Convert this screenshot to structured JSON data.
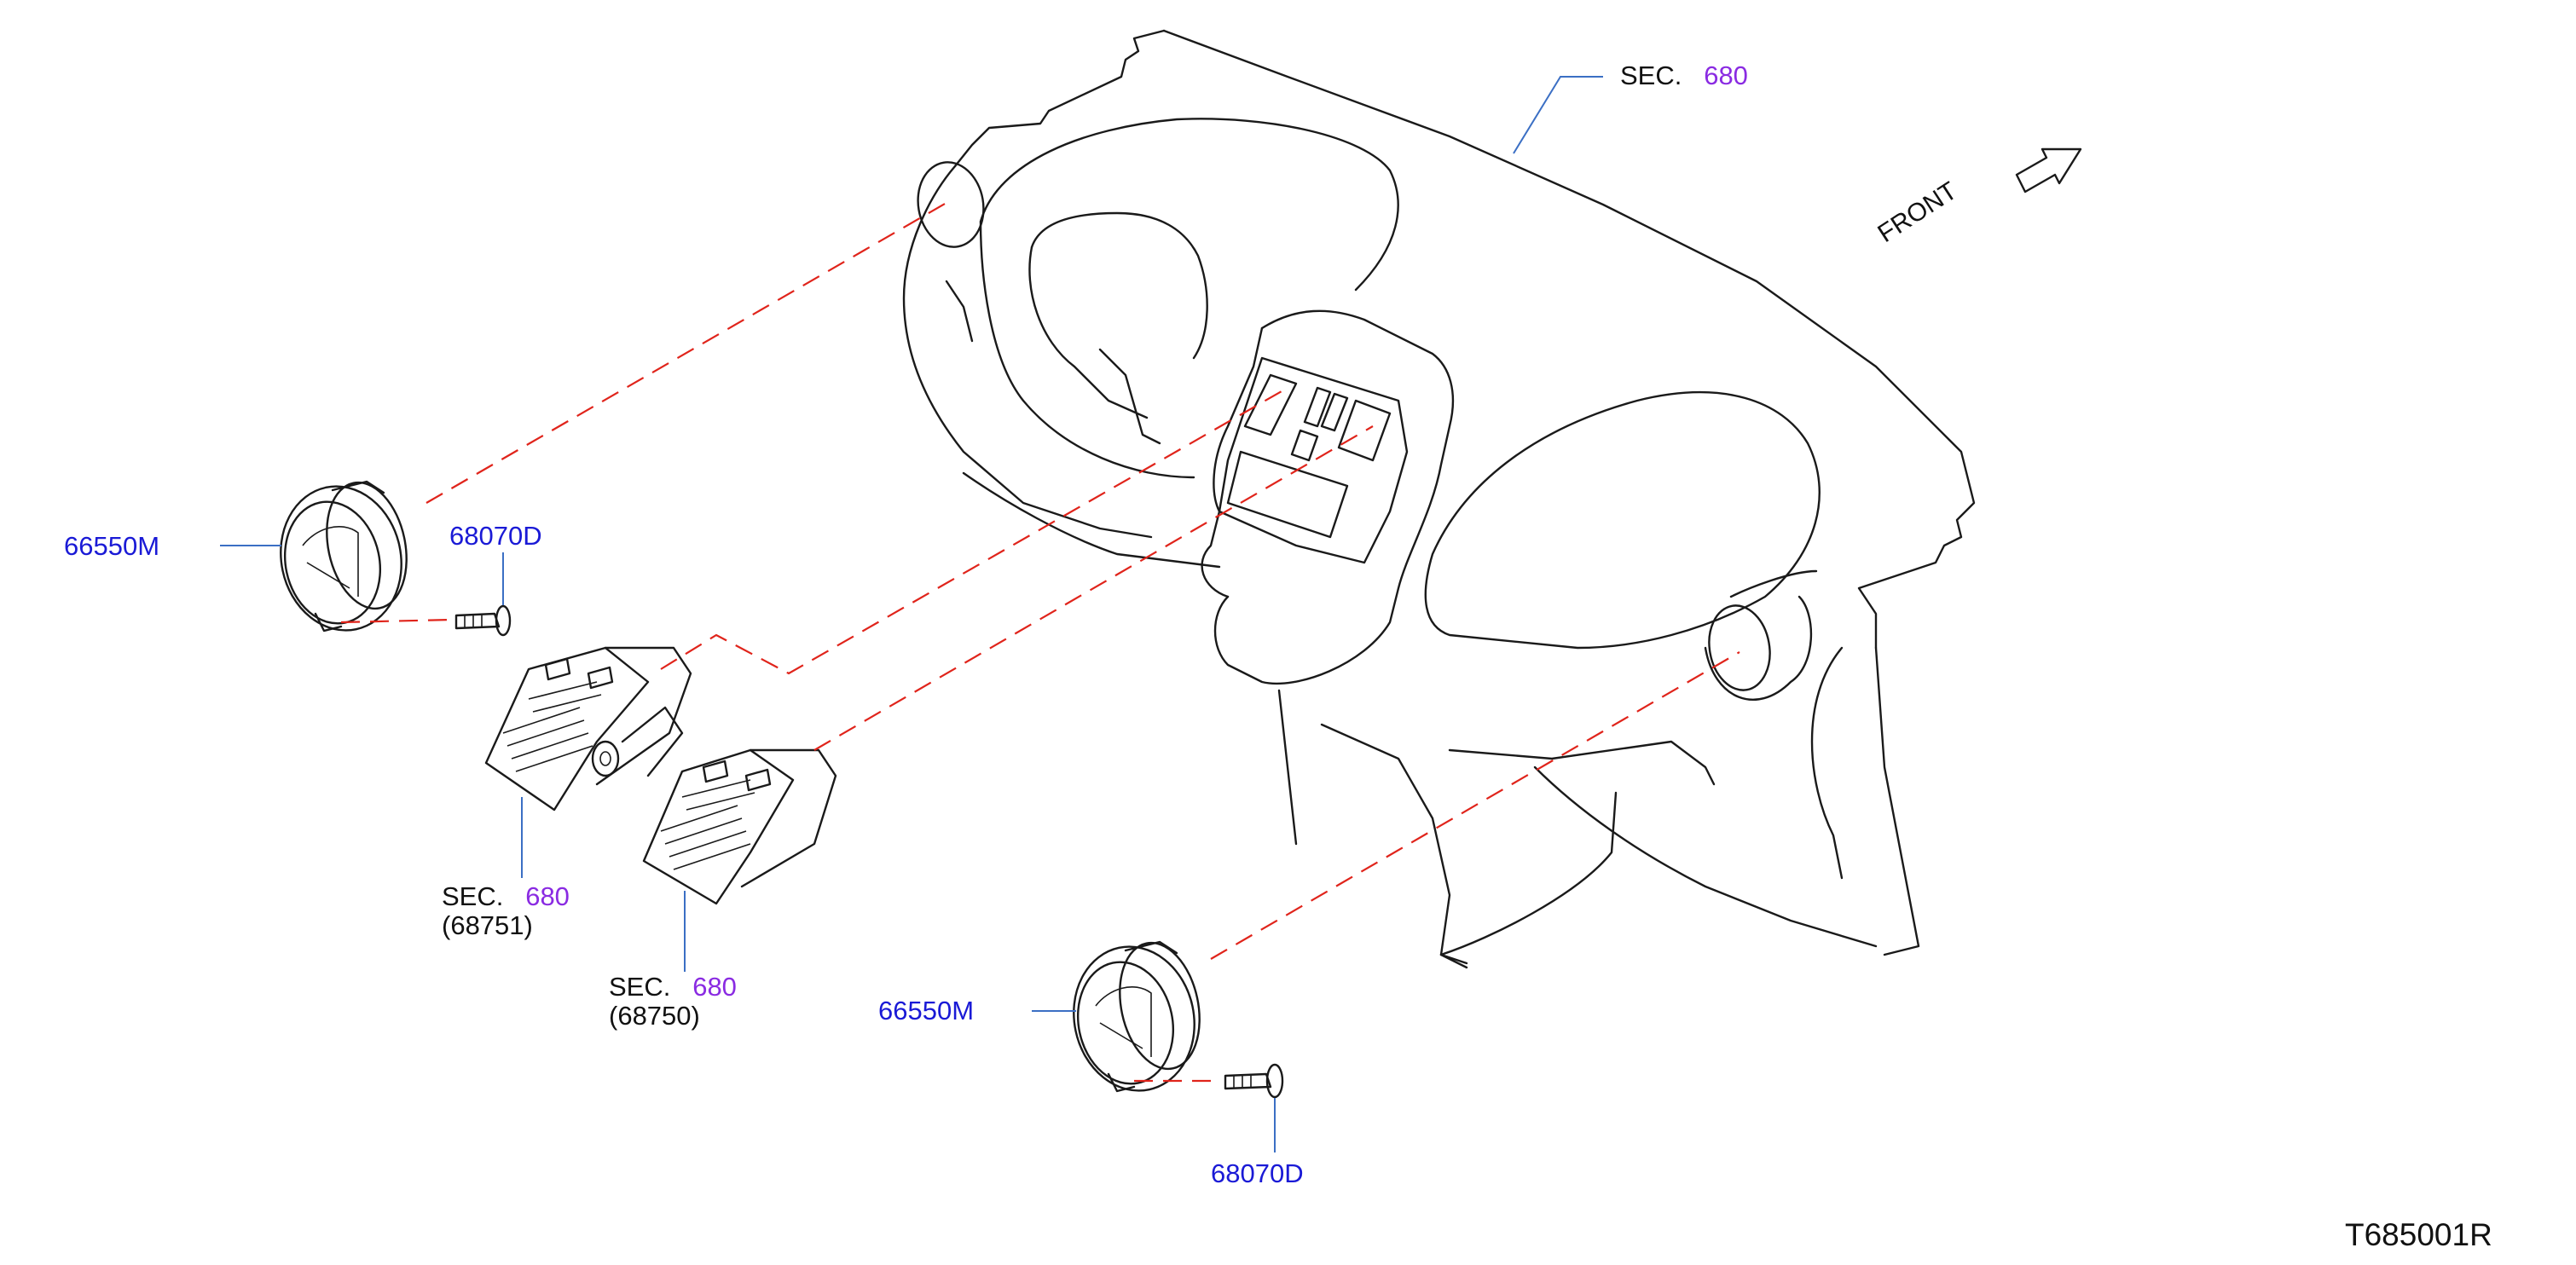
{
  "colors": {
    "part_number": "#1a1ad6",
    "section_number": "#8a2be2",
    "leader": "#3b6fc4",
    "dash": "#e0241b",
    "line": "#1a1a1a"
  },
  "labels": {
    "sec_top": {
      "prefix": "SEC.",
      "number": "680"
    },
    "front": "FRONT",
    "part_66550m_left": "66550M",
    "part_68070d_left": "68070D",
    "sec_68751": {
      "prefix": "SEC.",
      "number": "680",
      "sub": "(68751)"
    },
    "sec_68750": {
      "prefix": "SEC.",
      "number": "680",
      "sub": "(68750)"
    },
    "part_66550m_right": "66550M",
    "part_68070d_right": "68070D",
    "diagram_code": "T685001R"
  },
  "icons": {
    "front_arrow": "outlined-arrow-icon"
  }
}
